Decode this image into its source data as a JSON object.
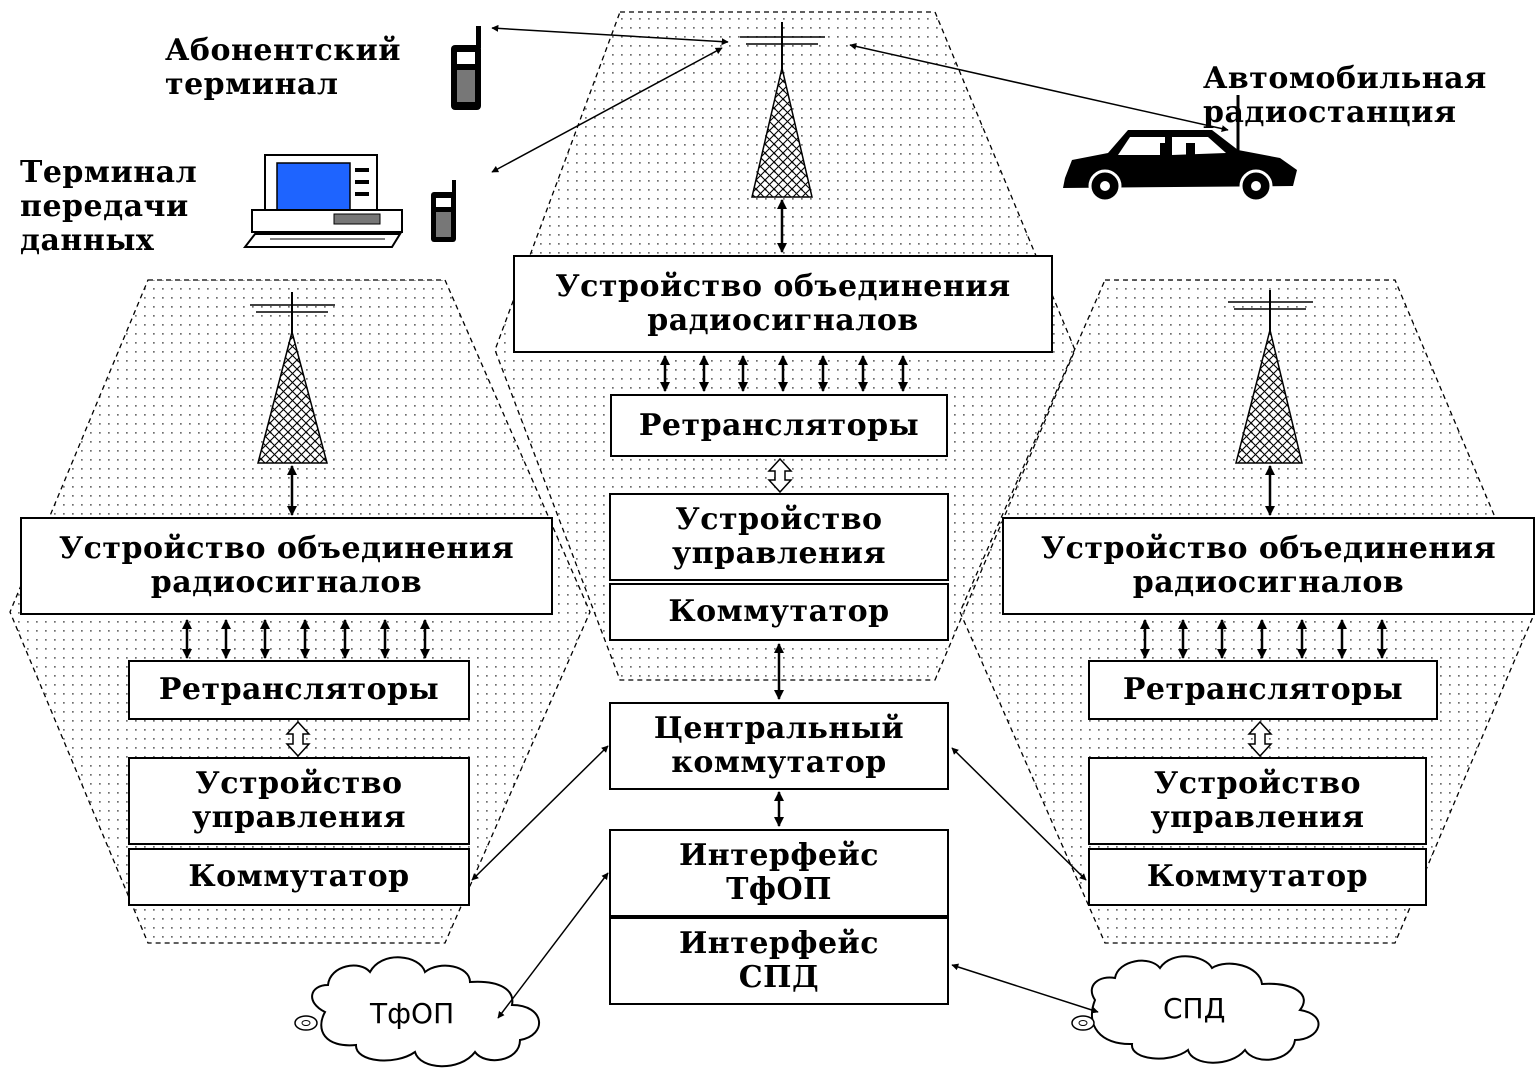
{
  "colors": {
    "line": "#000000",
    "dots": "#6e6e6e",
    "screen": "#1e64ff",
    "background": "#ffffff"
  },
  "icons": [
    "antenna-tower-icon",
    "mobile-phone-icon",
    "computer-terminal-icon",
    "car-icon",
    "cloud-icon"
  ],
  "labels": {
    "subscriber_terminal": "Абонентский\nтерминал",
    "data_terminal": "Терминал\nпередачи\nданных",
    "car_station": "Автомобильная\nрадиостанция"
  },
  "center_cell": {
    "combiner": "Устройство объединения\nрадиосигналов",
    "repeaters": "Ретрансляторы",
    "control": "Устройство\nуправления",
    "switch": "Коммутатор"
  },
  "left_cell": {
    "combiner": "Устройство объединения\nрадиосигналов",
    "repeaters": "Ретрансляторы",
    "control": "Устройство\nуправления",
    "switch": "Коммутатор"
  },
  "right_cell": {
    "combiner": "Устройство объединения\nрадиосигналов",
    "repeaters": "Ретрансляторы",
    "control": "Устройство\nуправления",
    "switch": "Коммутатор"
  },
  "core": {
    "central_switch": "Центральный\nкоммутатор",
    "pstn_interface": "Интерфейс\nТфОП",
    "data_interface": "Интерфейс\nСПД"
  },
  "clouds": {
    "pstn": "ТфОП",
    "data_network": "СПД"
  }
}
